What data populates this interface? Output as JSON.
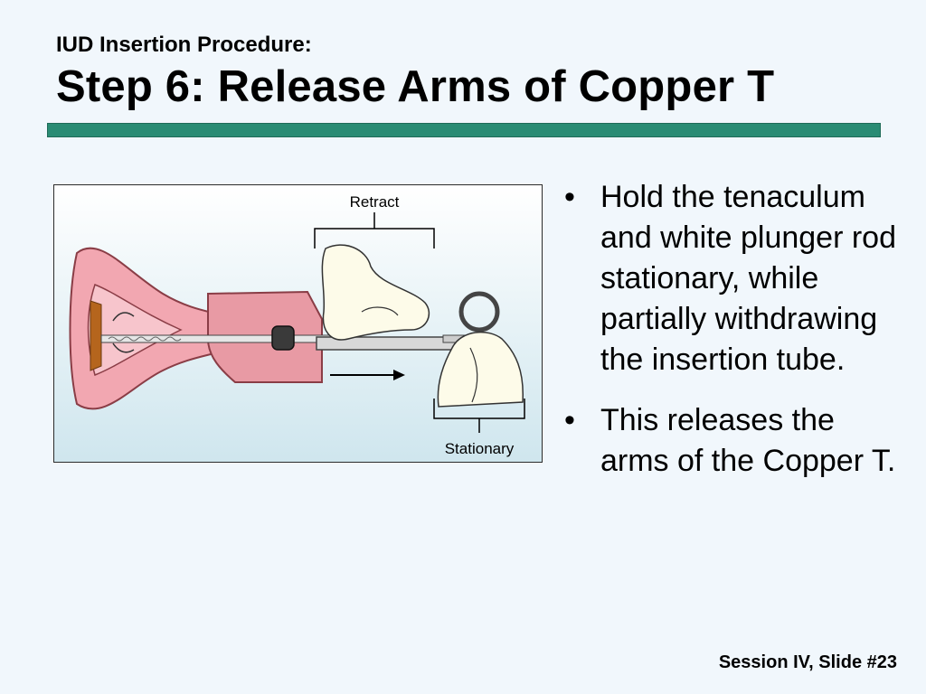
{
  "slide": {
    "subtitle": "IUD Insertion Procedure:",
    "title": "Step 6: Release Arms of Copper T",
    "footer": "Session IV, Slide #23"
  },
  "figure": {
    "label_retract": "Retract",
    "label_stationary": "Stationary"
  },
  "bullets": [
    {
      "marker": "•",
      "text": "Hold the tenaculum and white plunger rod stationary, while partially withdrawing the insertion tube."
    },
    {
      "marker": "•",
      "text": "This releases the arms of the Copper T."
    }
  ],
  "colors": {
    "accent_bar": "#2a8c74",
    "background": "#f1f7fc",
    "tissue": "#f0a8b0"
  }
}
